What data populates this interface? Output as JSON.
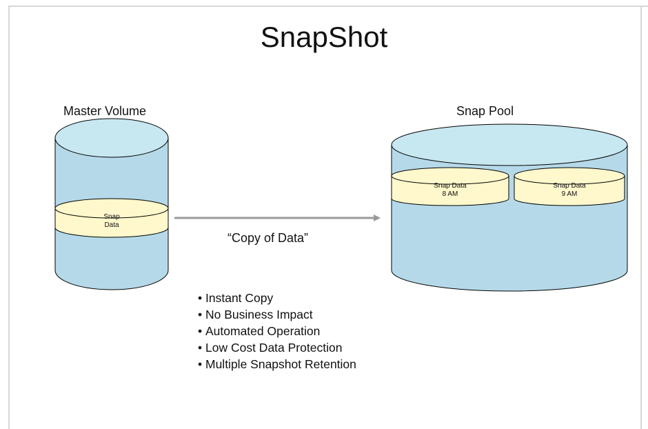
{
  "title": "SnapShot",
  "master_volume": {
    "label": "Master Volume",
    "snap_label_line1": "Snap",
    "snap_label_line2": "Data"
  },
  "snap_pool": {
    "label": "Snap Pool",
    "slots": [
      {
        "line1": "Snap Data",
        "line2": "8 AM"
      },
      {
        "line1": "Snap Data",
        "line2": "9 AM"
      }
    ]
  },
  "arrow_label": "“Copy of Data”",
  "bullets": [
    "Instant Copy",
    "No Business Impact",
    "Automated Operation",
    "Low Cost Data Protection",
    "Multiple Snapshot Retention"
  ],
  "colors": {
    "cylinder": "#c7e7f1",
    "cylinder_body": "#b5d9e8",
    "snap_band": "#fff8cc",
    "arrow": "#999999",
    "outline": "#000000"
  }
}
